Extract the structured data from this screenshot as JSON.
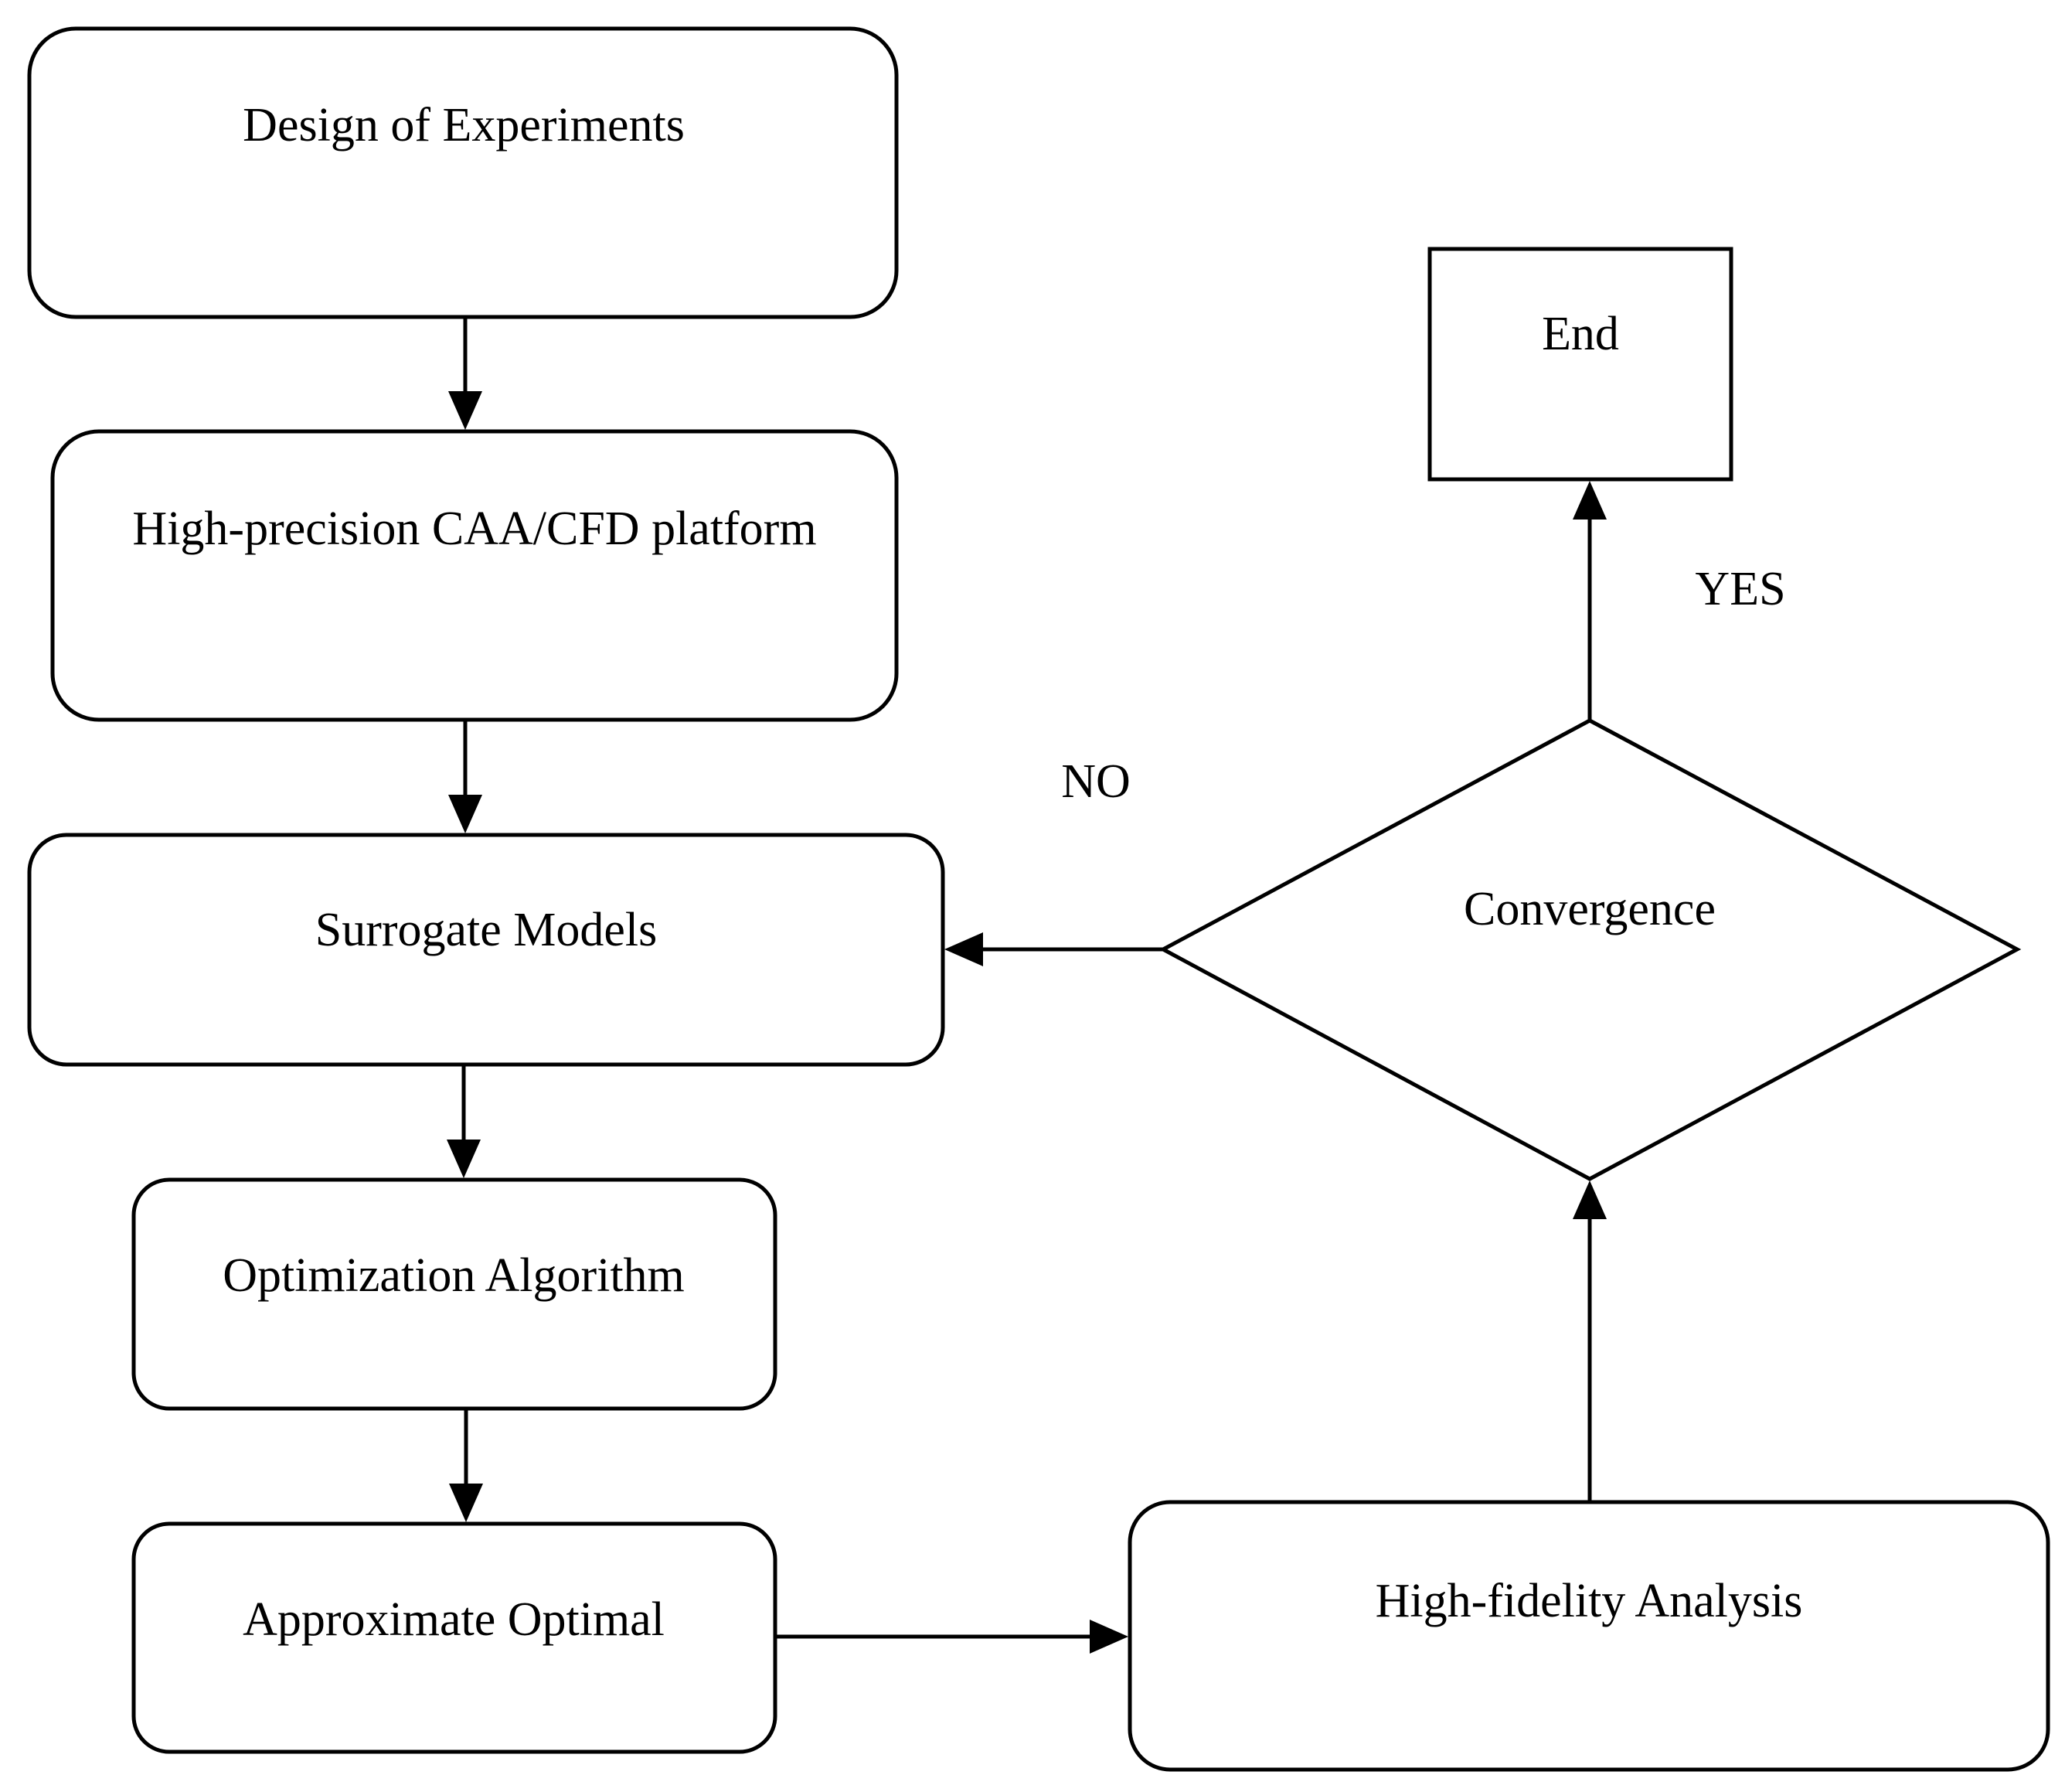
{
  "nodes": {
    "design_of_experiments": "Design of Experiments",
    "caa_cfd_platform": "High-precision CAA/CFD platform",
    "surrogate_models": "Surrogate Models",
    "optimization_algorithm": "Optimization Algorithm",
    "approximate_optimal": "Approximate Optimal",
    "high_fidelity_analysis": "High-fidelity Analysis",
    "convergence": "Convergence",
    "end": "End"
  },
  "edge_labels": {
    "no": "NO",
    "yes": "YES"
  },
  "colors": {
    "stroke": "#000000",
    "fill": "#ffffff"
  }
}
